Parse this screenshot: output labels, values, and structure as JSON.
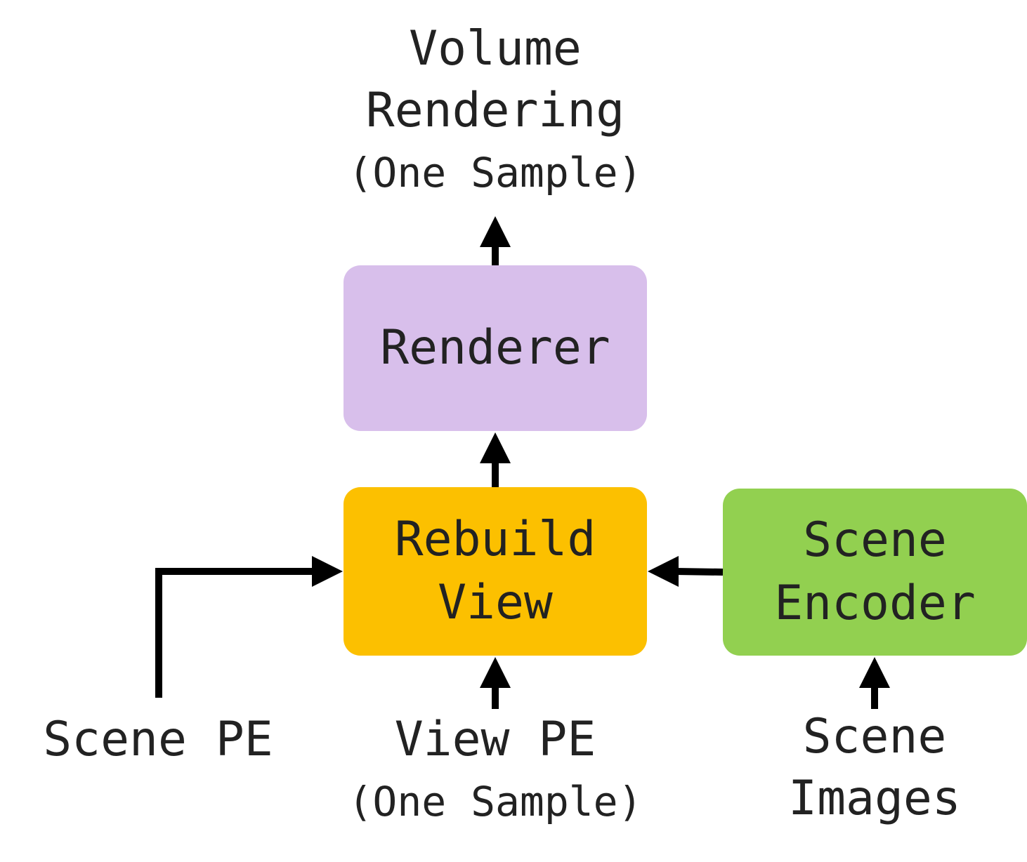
{
  "diagram": {
    "nodes": {
      "renderer": {
        "label": "Renderer",
        "color": "#D8BFEB"
      },
      "rebuild_view": {
        "line1": "Rebuild",
        "line2": "View",
        "color": "#FCC000"
      },
      "scene_encoder": {
        "line1": "Scene",
        "line2": "Encoder",
        "color": "#92D050"
      }
    },
    "labels": {
      "volume_rendering": {
        "line1": "Volume",
        "line2": "Rendering",
        "line3": "(One Sample)"
      },
      "scene_pe": {
        "line1": "Scene PE"
      },
      "view_pe": {
        "line1": "View PE",
        "line2": "(One Sample)"
      },
      "scene_images": {
        "line1": "Scene",
        "line2": "Images"
      }
    },
    "edges": [
      {
        "from": "Scene PE",
        "to": "Rebuild View"
      },
      {
        "from": "View PE (One Sample)",
        "to": "Rebuild View"
      },
      {
        "from": "Scene Encoder",
        "to": "Rebuild View"
      },
      {
        "from": "Scene Images",
        "to": "Scene Encoder"
      },
      {
        "from": "Rebuild View",
        "to": "Renderer"
      },
      {
        "from": "Renderer",
        "to": "Volume Rendering (One Sample)"
      }
    ],
    "arrow_color": "#000000"
  }
}
